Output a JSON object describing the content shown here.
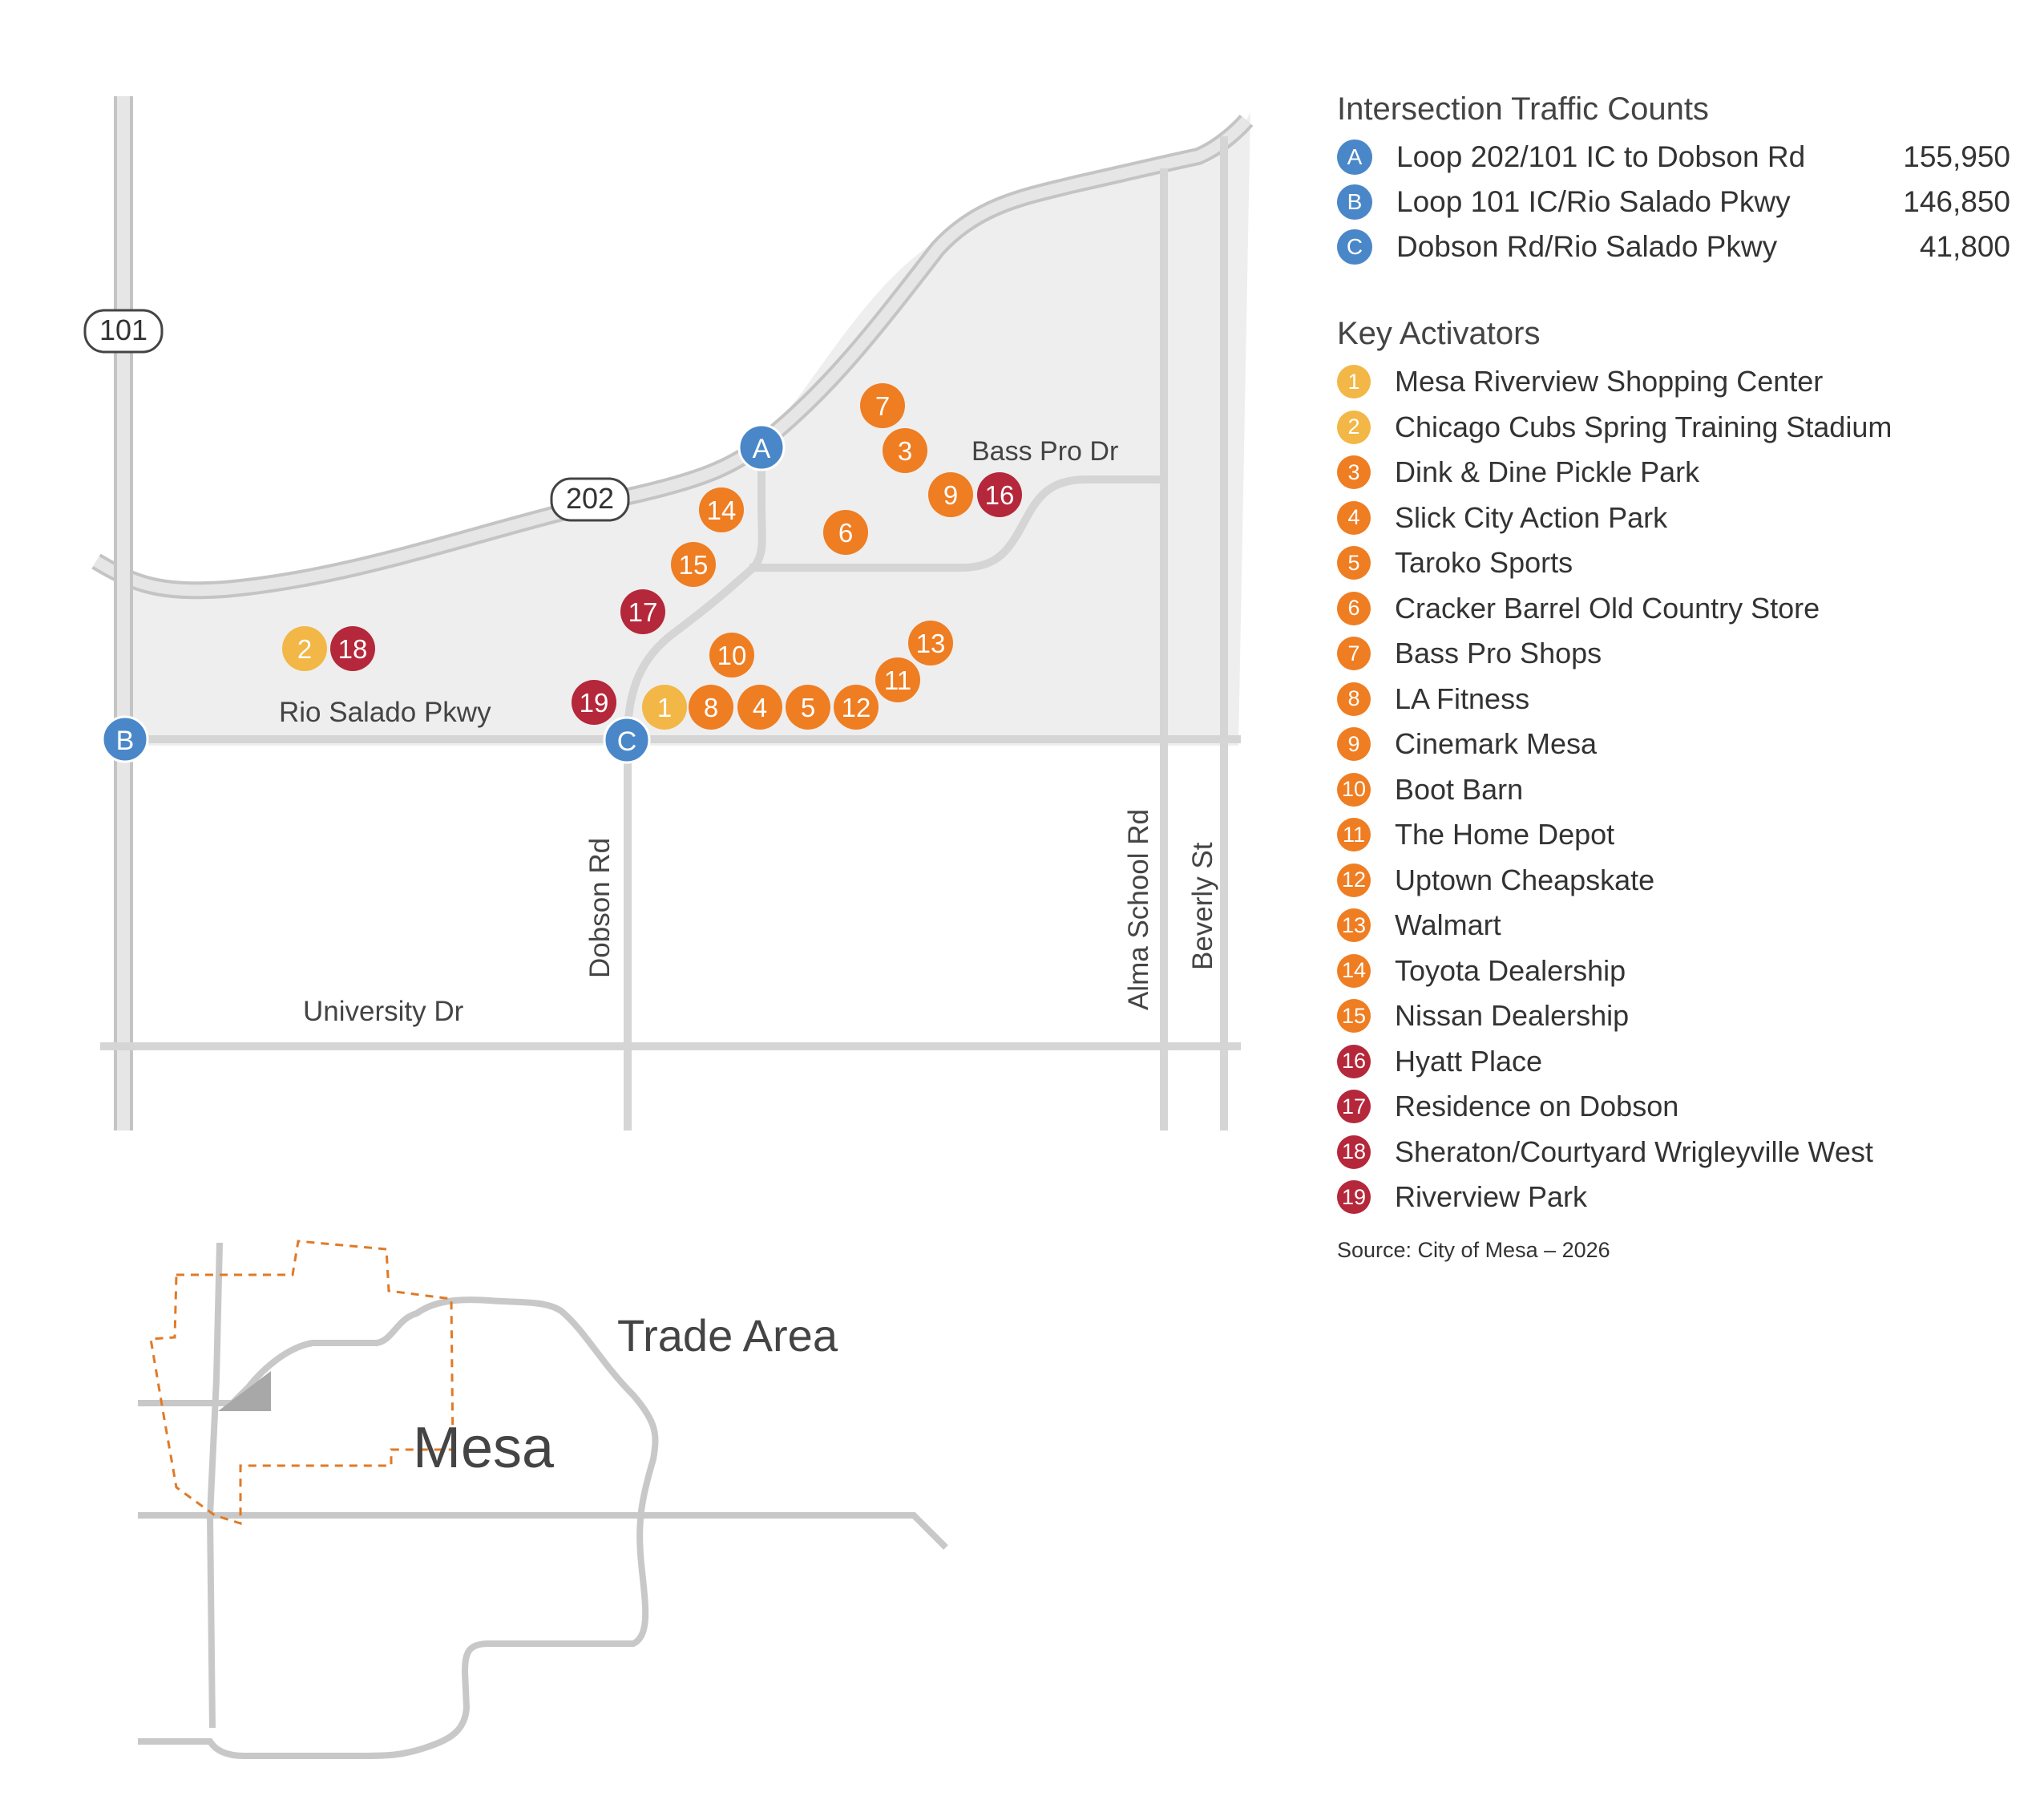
{
  "colors": {
    "area_fill": "#eeeeee",
    "road": "#d5d5d5",
    "road_edge": "#c4c4c4",
    "intersection": "#4a87c8",
    "activator_yellow": "#f2b746",
    "activator_orange": "#ef7d22",
    "activator_red": "#b5273a",
    "trade_area": "#e07a26",
    "site": "#a8a8a8"
  },
  "map": {
    "shields": [
      {
        "id": "shield-101",
        "text": "101"
      },
      {
        "id": "shield-202",
        "text": "202"
      }
    ],
    "road_labels": [
      {
        "id": "bass-pro-dr",
        "text": "Bass Pro Dr"
      },
      {
        "id": "rio-salado-pkwy",
        "text": "Rio Salado Pkwy"
      },
      {
        "id": "university-dr",
        "text": "University Dr"
      },
      {
        "id": "dobson-rd",
        "text": "Dobson Rd"
      },
      {
        "id": "alma-school-rd",
        "text": "Alma School Rd"
      },
      {
        "id": "beverly-st",
        "text": "Beverly St"
      }
    ],
    "intersection_markers": [
      "A",
      "B",
      "C"
    ],
    "activator_markers": [
      "1",
      "2",
      "3",
      "4",
      "5",
      "6",
      "7",
      "8",
      "9",
      "10",
      "11",
      "12",
      "13",
      "14",
      "15",
      "16",
      "17",
      "18",
      "19"
    ]
  },
  "inset": {
    "trade_area_label": "Trade Area",
    "city_label": "Mesa"
  },
  "legend": {
    "traffic_title": "Intersection Traffic Counts",
    "traffic": [
      {
        "marker": "A",
        "label": "Loop 202/101 IC to Dobson Rd",
        "value": "155,950"
      },
      {
        "marker": "B",
        "label": "Loop 101 IC/Rio Salado Pkwy",
        "value": "146,850"
      },
      {
        "marker": "C",
        "label": "Dobson Rd/Rio Salado Pkwy",
        "value": "41,800"
      }
    ],
    "activators_title": "Key Activators",
    "activators": [
      {
        "num": "1",
        "label": "Mesa Riverview Shopping Center",
        "color": "#f2b746"
      },
      {
        "num": "2",
        "label": "Chicago Cubs Spring Training Stadium",
        "color": "#f2b746"
      },
      {
        "num": "3",
        "label": "Dink & Dine Pickle Park",
        "color": "#ef7d22"
      },
      {
        "num": "4",
        "label": "Slick City Action Park",
        "color": "#ef7d22"
      },
      {
        "num": "5",
        "label": "Taroko Sports",
        "color": "#ef7d22"
      },
      {
        "num": "6",
        "label": "Cracker Barrel Old Country Store",
        "color": "#ef7d22"
      },
      {
        "num": "7",
        "label": "Bass Pro Shops",
        "color": "#ef7d22"
      },
      {
        "num": "8",
        "label": "LA Fitness",
        "color": "#ef7d22"
      },
      {
        "num": "9",
        "label": "Cinemark Mesa",
        "color": "#ef7d22"
      },
      {
        "num": "10",
        "label": "Boot Barn",
        "color": "#ef7d22"
      },
      {
        "num": "11",
        "label": "The Home Depot",
        "color": "#ef7d22"
      },
      {
        "num": "12",
        "label": "Uptown Cheapskate",
        "color": "#ef7d22"
      },
      {
        "num": "13",
        "label": "Walmart",
        "color": "#ef7d22"
      },
      {
        "num": "14",
        "label": "Toyota Dealership",
        "color": "#ef7d22"
      },
      {
        "num": "15",
        "label": "Nissan Dealership",
        "color": "#ef7d22"
      },
      {
        "num": "16",
        "label": "Hyatt Place",
        "color": "#b5273a"
      },
      {
        "num": "17",
        "label": "Residence on Dobson",
        "color": "#b5273a"
      },
      {
        "num": "18",
        "label": "Sheraton/Courtyard Wrigleyville West",
        "color": "#b5273a"
      },
      {
        "num": "19",
        "label": "Riverview Park",
        "color": "#b5273a"
      }
    ],
    "source": "Source: City of Mesa – 2026"
  }
}
